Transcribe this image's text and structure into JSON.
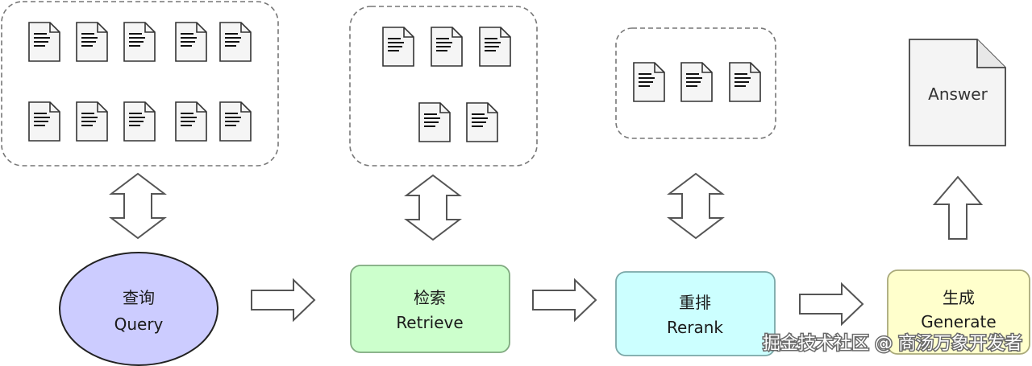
{
  "steps": [
    {
      "zh": "查询",
      "en": "Query"
    },
    {
      "zh": "检索",
      "en": "Retrieve"
    },
    {
      "zh": "重排",
      "en": "Rerank"
    },
    {
      "zh": "生成",
      "en": "Generate"
    }
  ],
  "answer_label": "Answer",
  "watermark": "掘金技术社区 @ 商汤万象开发者",
  "colors": {
    "query_fill": "#ccccff",
    "retrieve_fill": "#ccffcc",
    "rerank_fill": "#ccffff",
    "generate_fill": "#ffffcc",
    "doc_fill": "#f5f5f5",
    "stroke": "#3a3a3a"
  },
  "icons": [
    "document-icon",
    "double-arrow-icon",
    "right-arrow-icon",
    "up-arrow-icon"
  ]
}
